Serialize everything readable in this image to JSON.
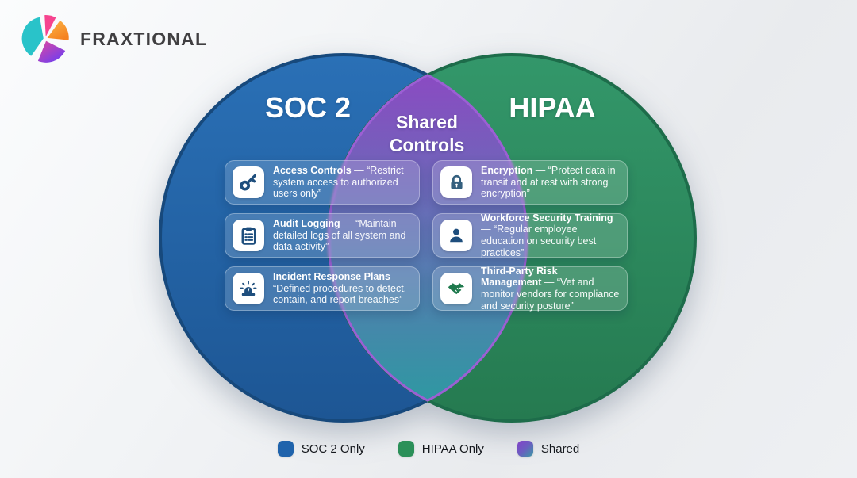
{
  "brand": {
    "name": "FRAXTIONAL",
    "logo_icon": "pie-segments-logo-icon",
    "logo_colors": {
      "teal": "#29c3c9",
      "pink": "#f6448f",
      "orange": "#f89b3d",
      "purple": "#7c3aed"
    }
  },
  "venn": {
    "left": {
      "label": "SOC 2",
      "fill": "#2264ab",
      "border": "#17497c"
    },
    "right": {
      "label": "HIPAA",
      "fill": "#2e8b5f",
      "border": "#1d6c4a"
    },
    "overlap": {
      "label": "Shared\nControls",
      "gradient_top": "#8a4bc2",
      "gradient_bottom": "#2f98a2",
      "border": "#9c5fd4"
    },
    "left_cards": [
      {
        "icon": "key-icon",
        "title": "Access Controls",
        "body": "— “Restrict system access to authorized users only”"
      },
      {
        "icon": "clipboard-checklist-icon",
        "title": "Audit Logging",
        "body": "— “Maintain detailed logs of all system and data activity”"
      },
      {
        "icon": "siren-icon",
        "title": "Incident Response Plans",
        "body": "— “Defined procedures to detect, contain, and report breaches”"
      }
    ],
    "right_cards": [
      {
        "icon": "lock-icon",
        "title": "Encryption",
        "body": "— “Protect data in transit and at rest with strong encryption”"
      },
      {
        "icon": "person-icon",
        "title": "Workforce Security Training",
        "body": "— “Regular employee education on security best practices”"
      },
      {
        "icon": "handshake-icon",
        "title": "Third-Party Risk Management",
        "body": "— “Vet and monitor vendors for compliance and security posture”"
      }
    ]
  },
  "legend": {
    "items": [
      {
        "label": "SOC 2 Only",
        "color": "#1f63ac"
      },
      {
        "label": "HIPAA Only",
        "color": "#2b9059"
      },
      {
        "label": "Shared",
        "color_gradient": [
          "#7f46c8",
          "#3f93a8"
        ]
      }
    ]
  }
}
